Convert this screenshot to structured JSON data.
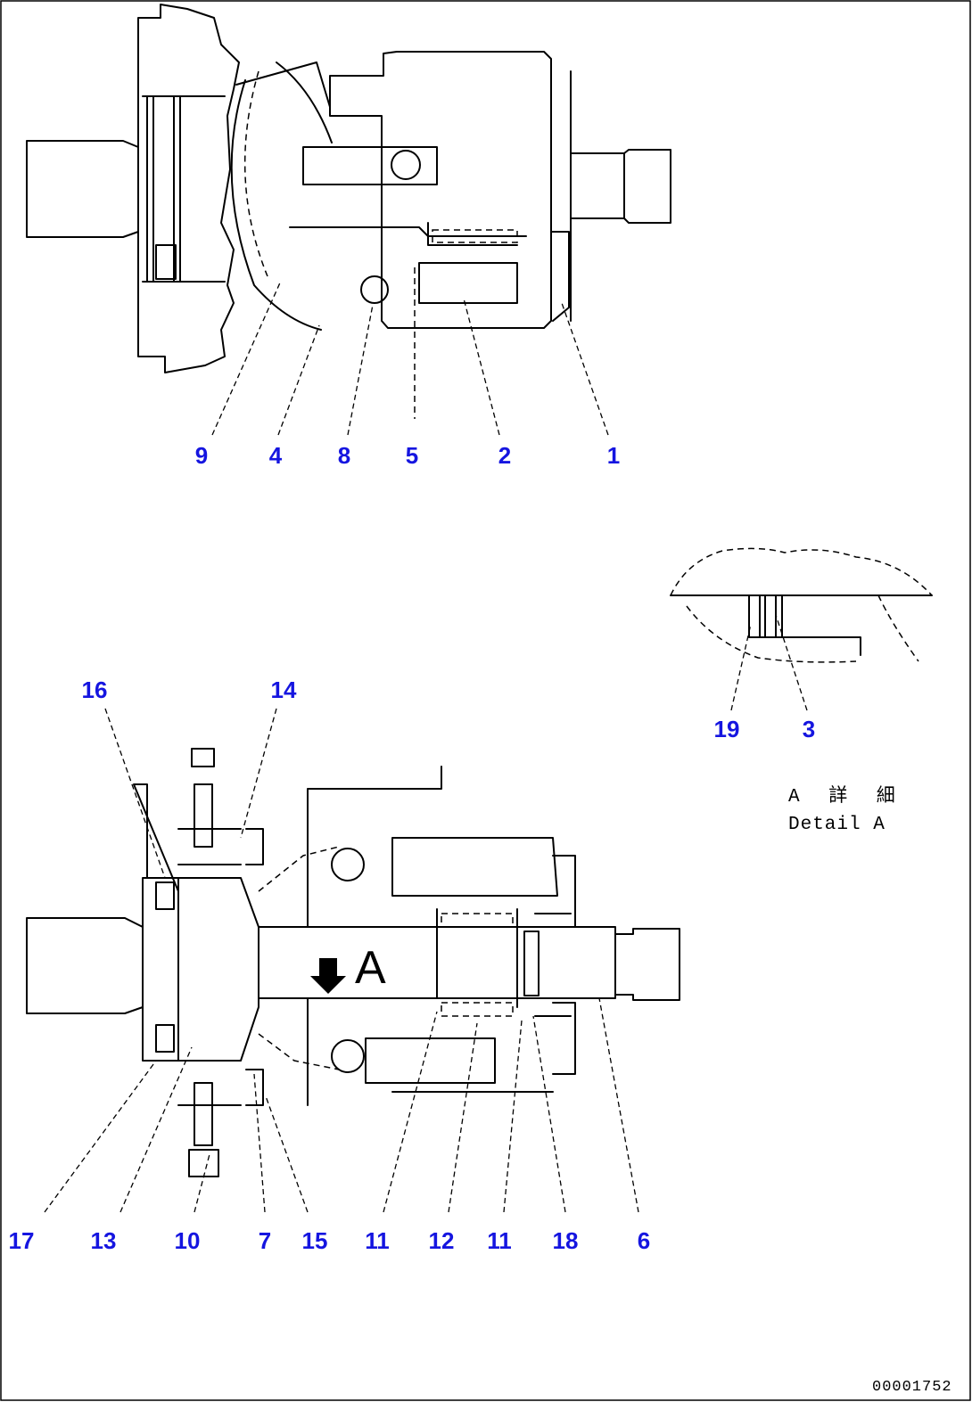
{
  "callouts": {
    "c1": "1",
    "c2": "2",
    "c3": "3",
    "c4": "4",
    "c5": "5",
    "c6": "6",
    "c7": "7",
    "c8": "8",
    "c9": "9",
    "c10": "10",
    "c11a": "11",
    "c11b": "11",
    "c12": "12",
    "c13": "13",
    "c14": "14",
    "c15": "15",
    "c16": "16",
    "c17": "17",
    "c18": "18",
    "c19": "19"
  },
  "detail_label_jp": "A 詳 細",
  "detail_label_en": "Detail A",
  "section_marker": "A",
  "drawing_number": "00001752",
  "colors": {
    "callout": "#1515e0",
    "line": "#000000",
    "background": "#ffffff"
  }
}
